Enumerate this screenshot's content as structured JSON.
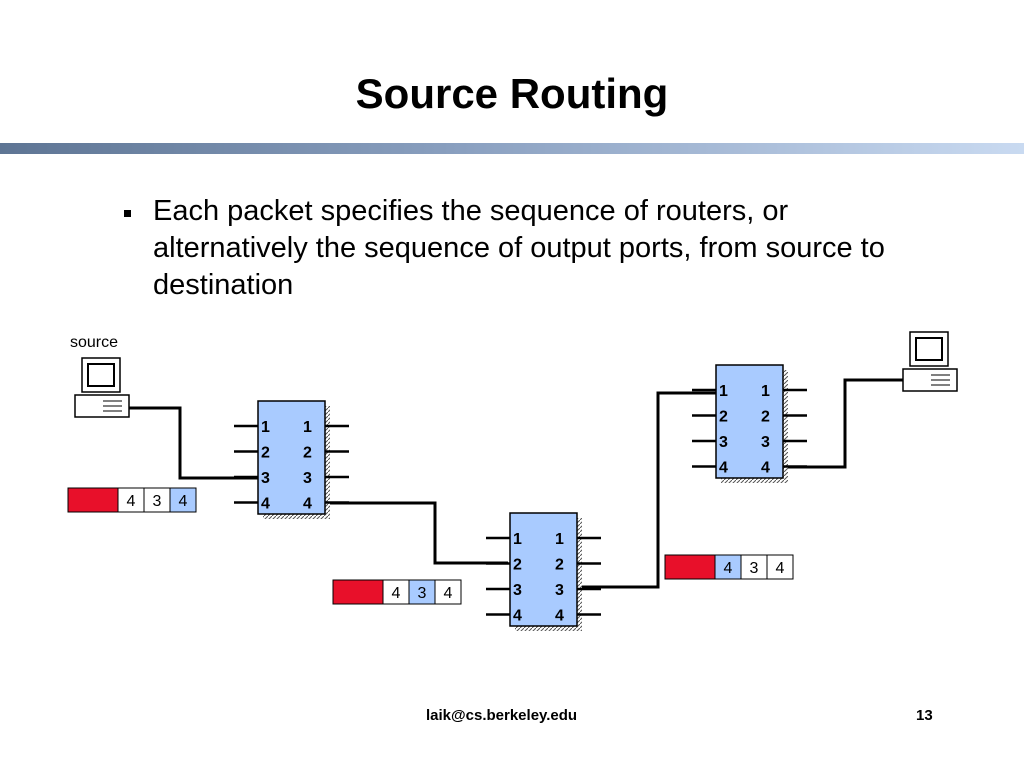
{
  "slide": {
    "title": "Source Routing",
    "bullet": "Each packet specifies the sequence of routers, or alternatively the sequence of output ports, from source to destination"
  },
  "diagram": {
    "source_label": "source",
    "router_ports": [
      "1",
      "2",
      "3",
      "4"
    ],
    "packet_headers": [
      [
        "4",
        "3",
        "4"
      ],
      [
        "4",
        "3",
        "4"
      ],
      [
        "4",
        "3",
        "4"
      ]
    ],
    "colors": {
      "router_fill": "#a9cbff",
      "packet_payload": "#e8102a",
      "header_highlight": "#a9cbff",
      "link": "#000000"
    }
  },
  "footer": {
    "email": "laik@cs.berkeley.edu",
    "page": "13"
  }
}
